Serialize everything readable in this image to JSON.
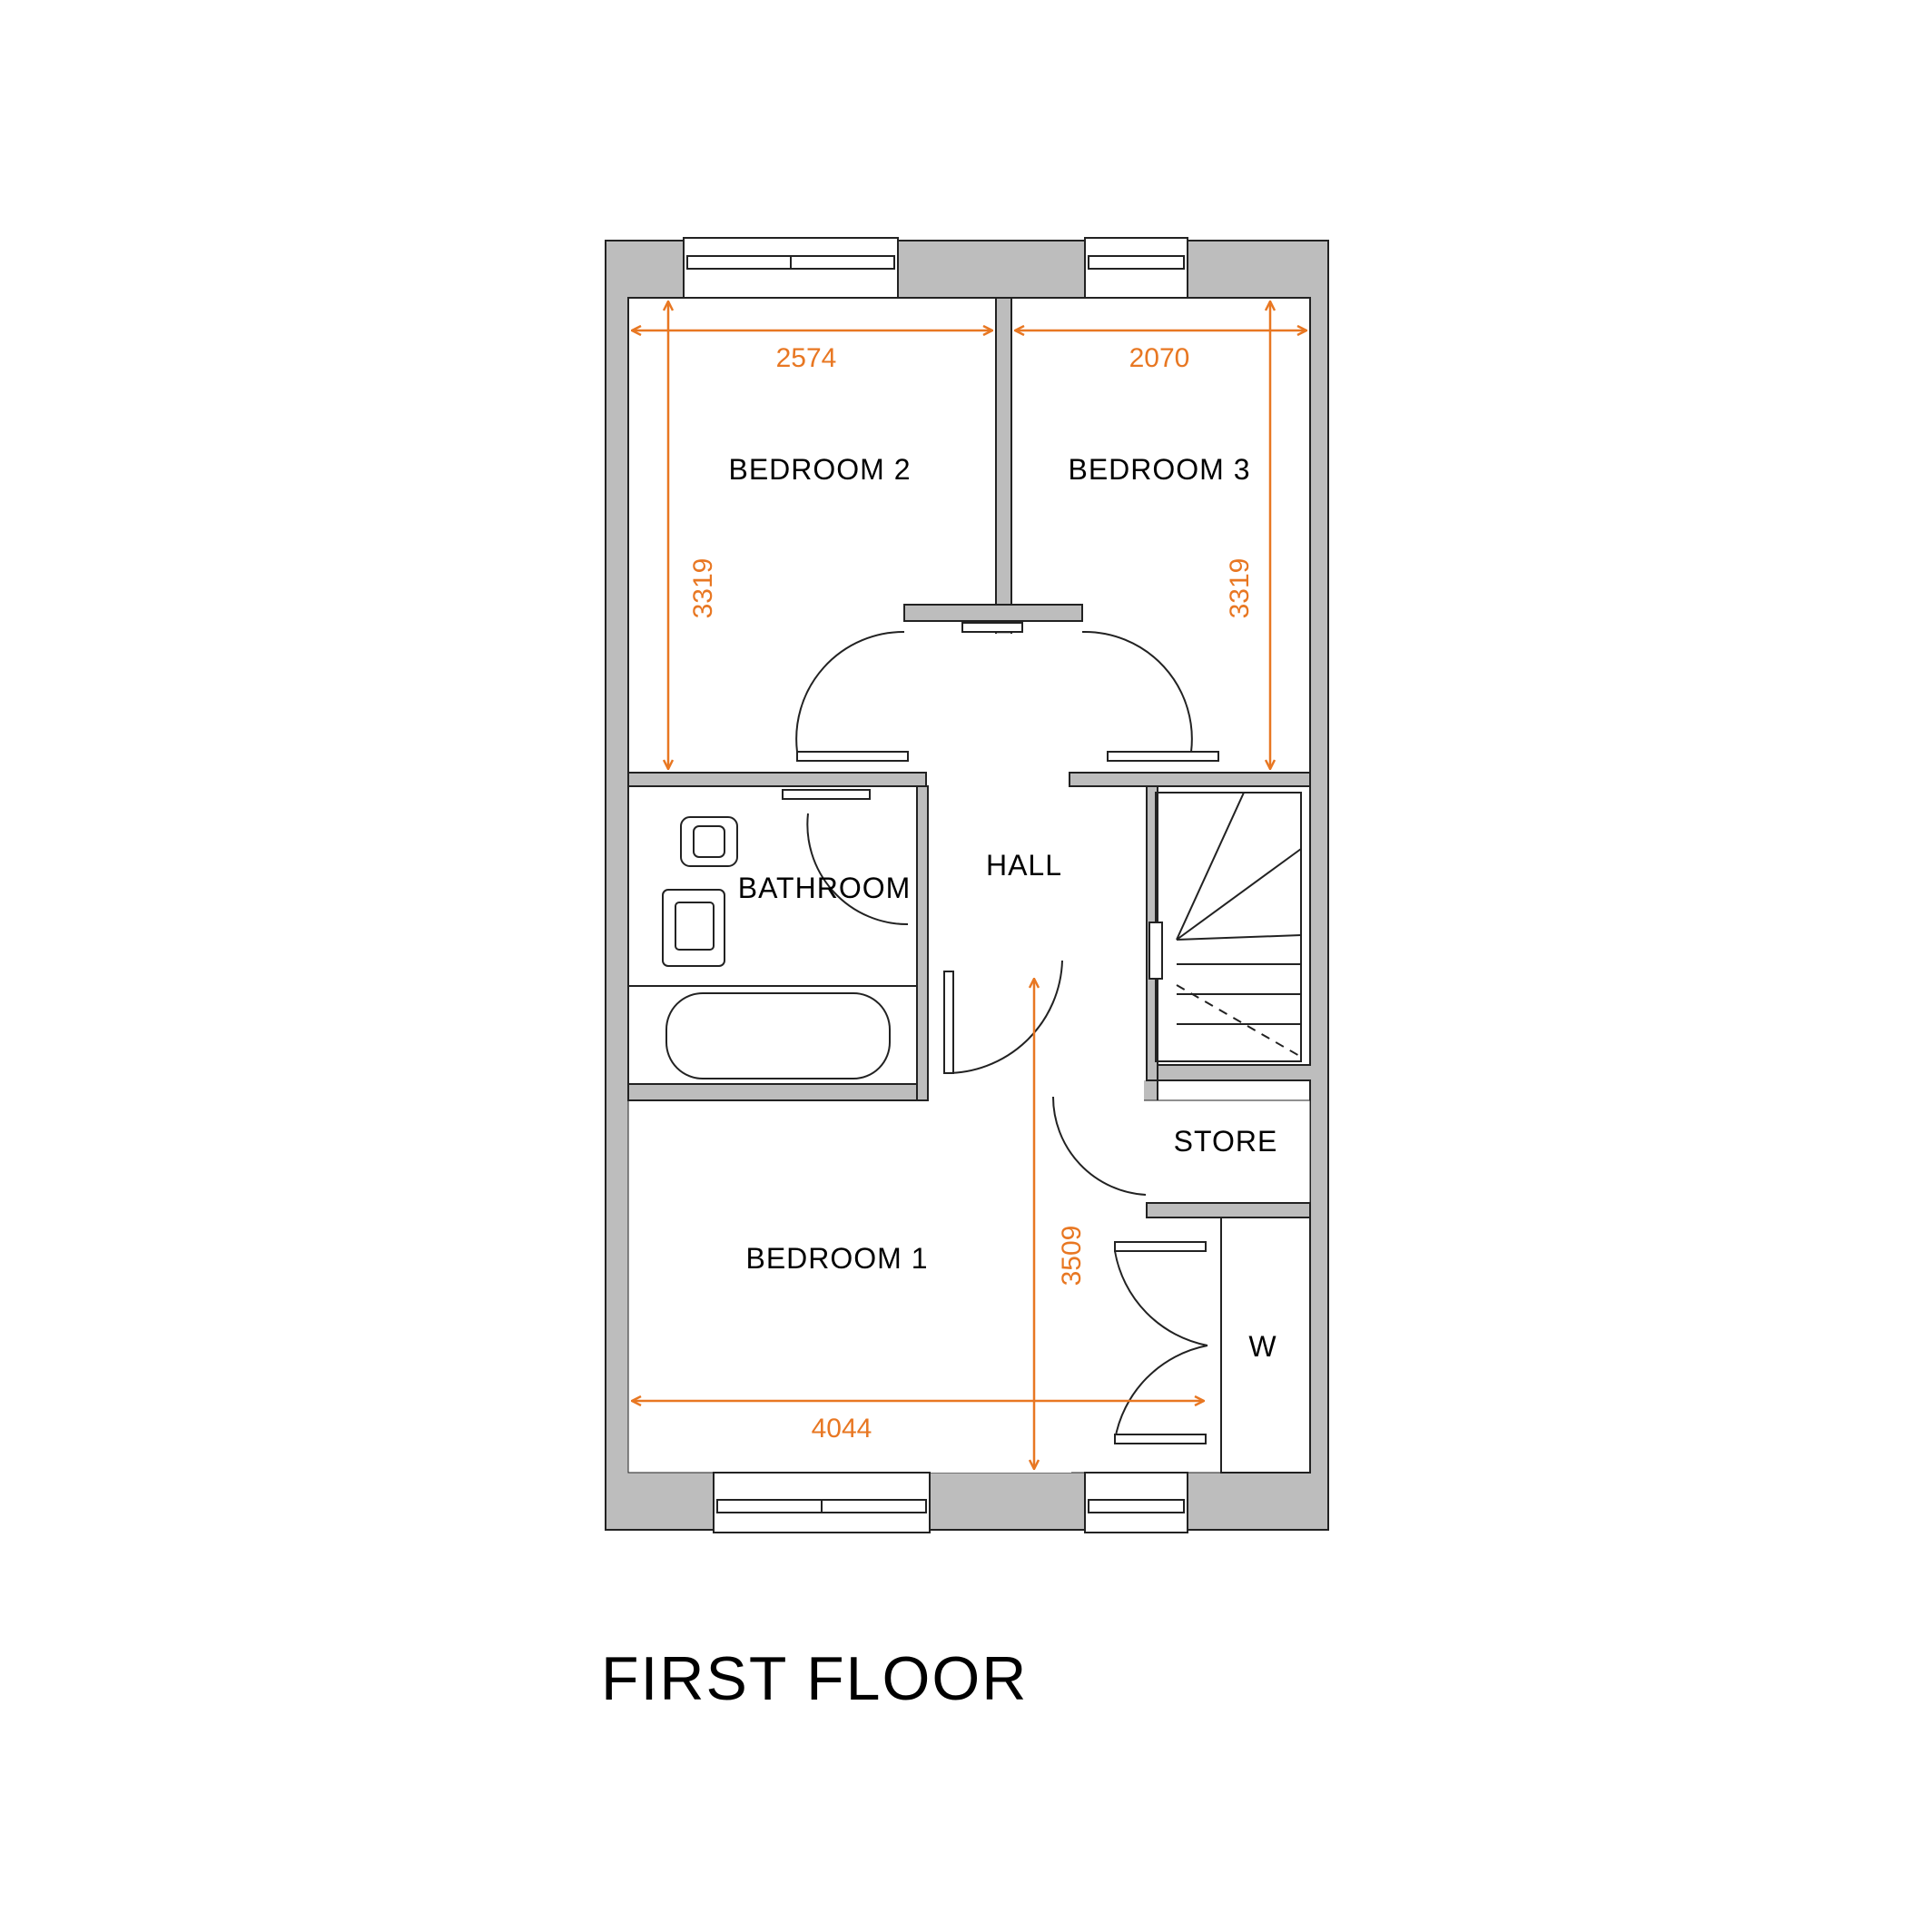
{
  "title": "FIRST FLOOR",
  "rooms": {
    "bedroom2": "BEDROOM 2",
    "bedroom3": "BEDROOM 3",
    "hall": "HALL",
    "bathroom": "BATHROOM",
    "store": "STORE",
    "bedroom1": "BEDROOM 1",
    "wardrobe": "W"
  },
  "dimensions": {
    "bedroom2_width": "2574",
    "bedroom2_depth": "3319",
    "bedroom3_width": "2070",
    "bedroom3_depth": "3319",
    "bedroom1_width": "4044",
    "bedroom1_depth": "3509"
  },
  "colors": {
    "wall": "#bdbdbd",
    "wall_stroke": "#222222",
    "dimension": "#e87722",
    "background": "#ffffff"
  }
}
